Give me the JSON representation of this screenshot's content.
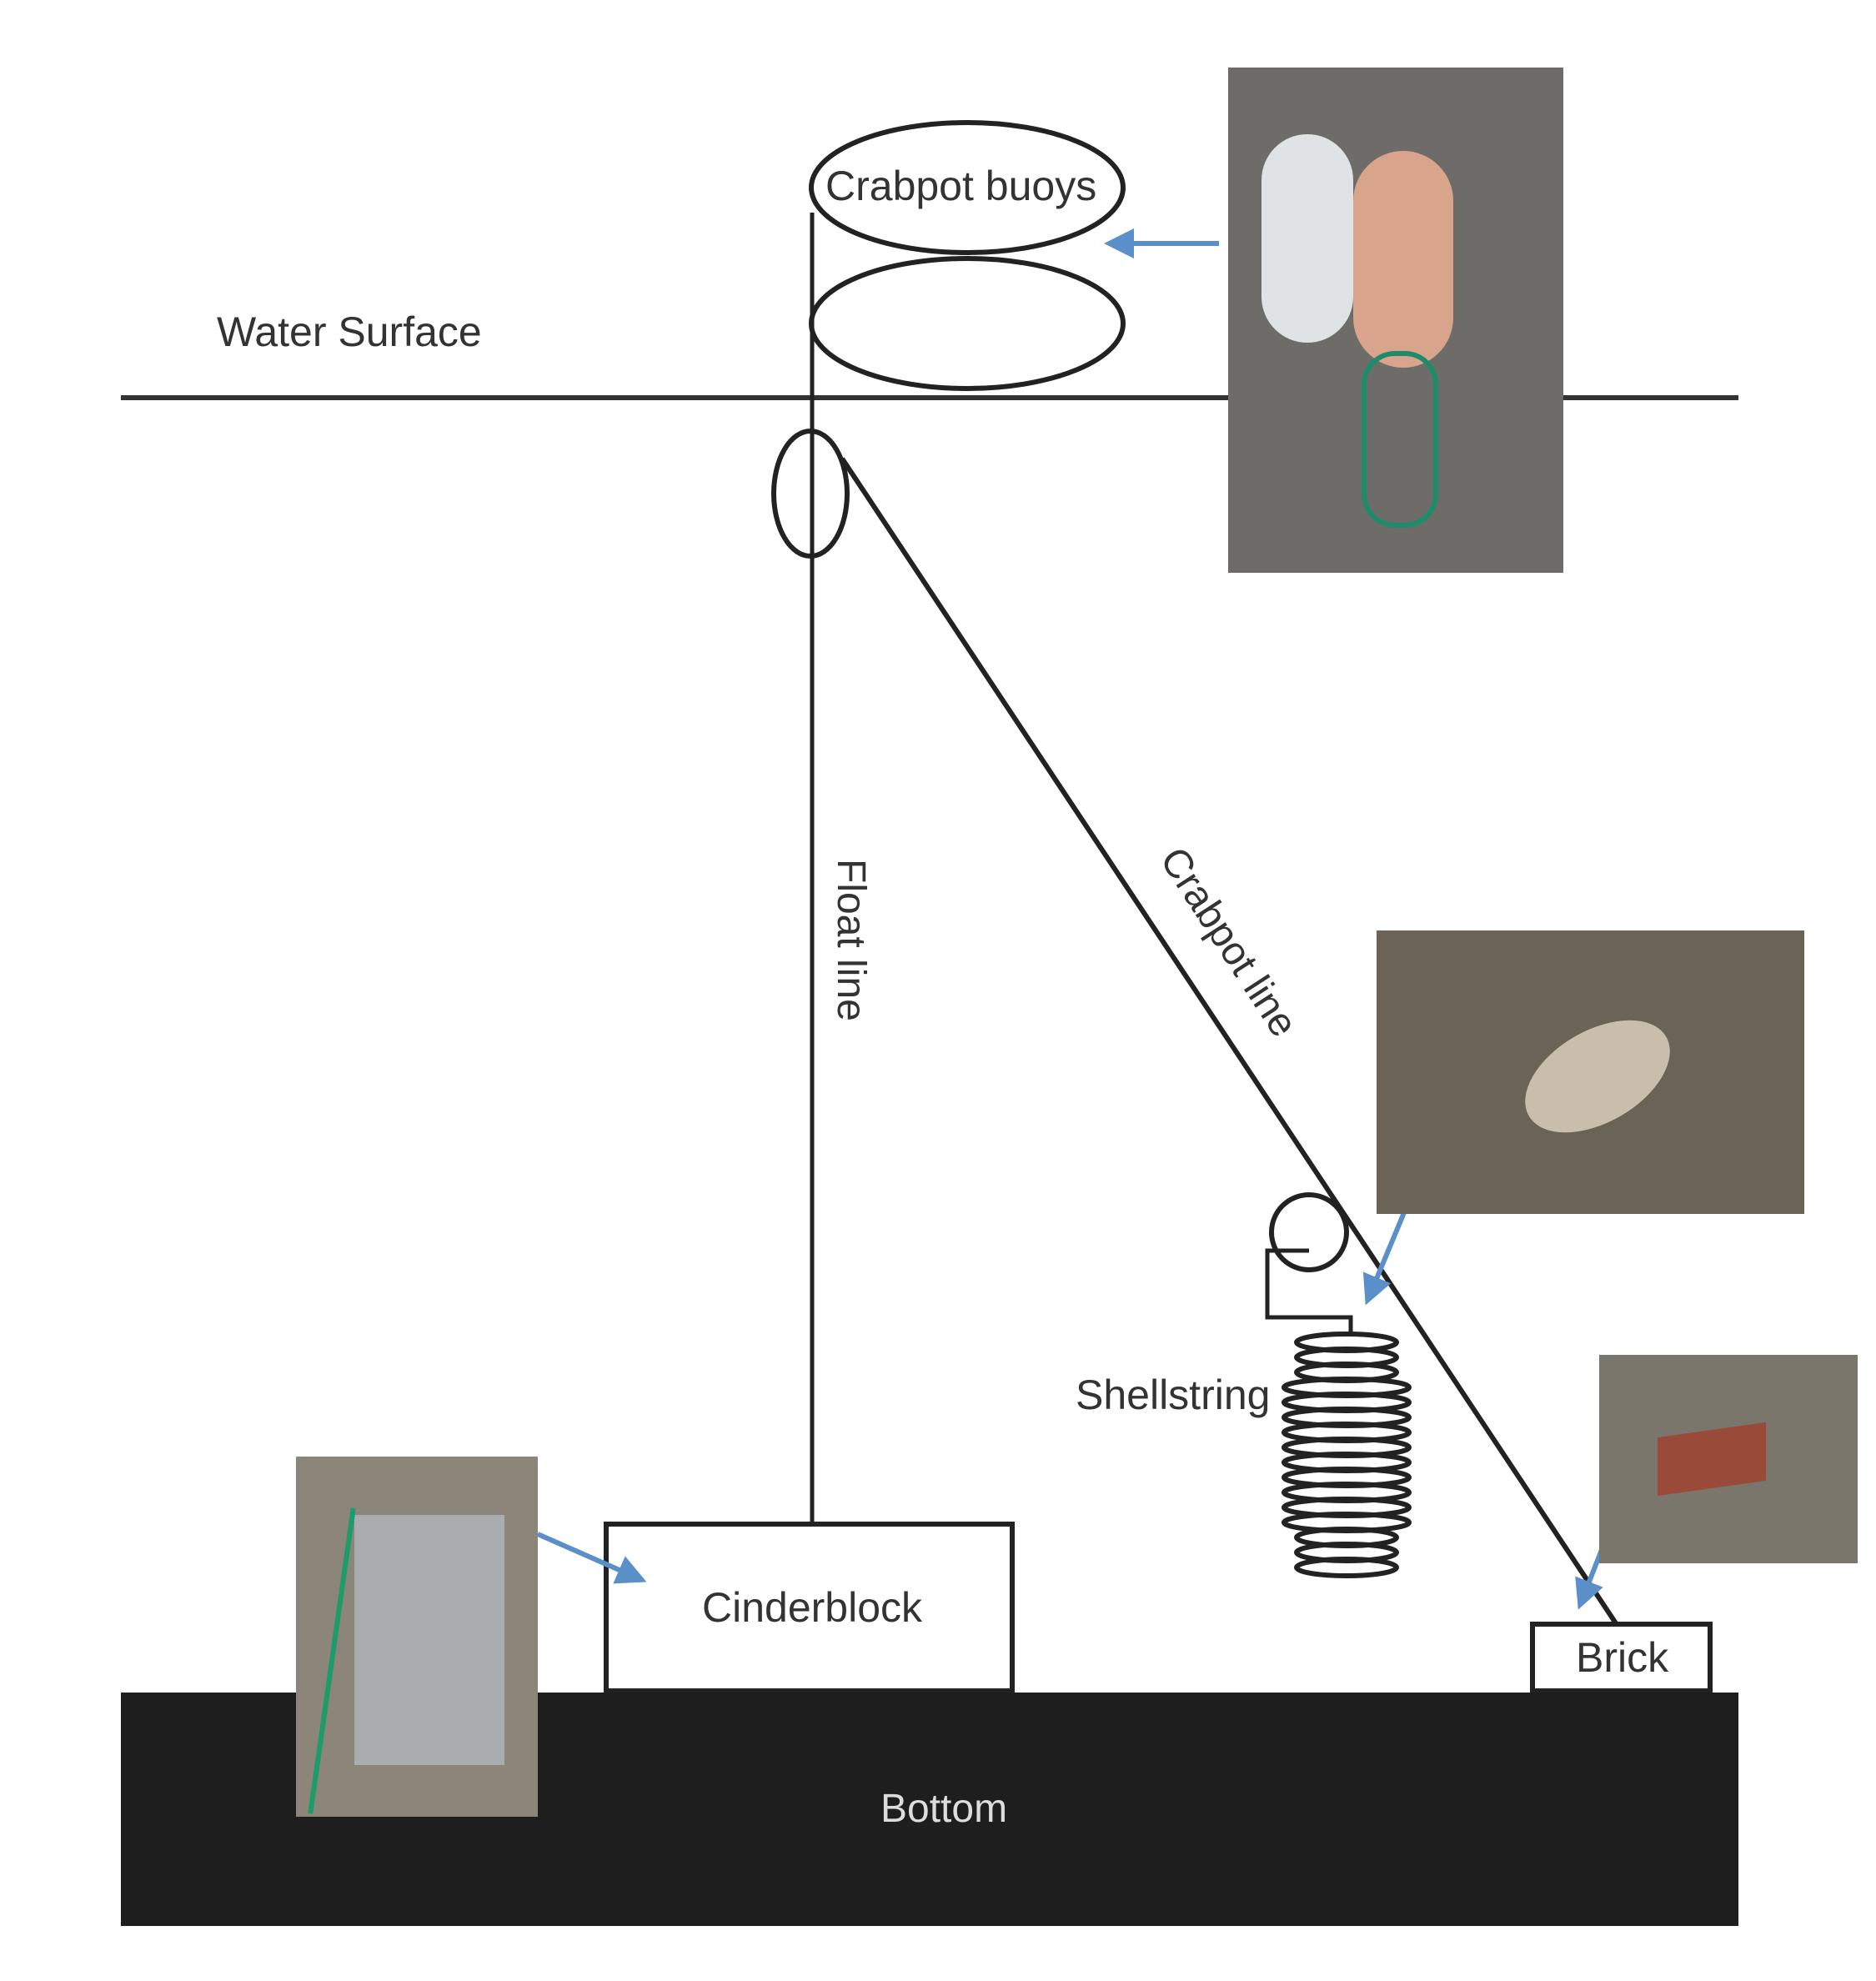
{
  "labels": {
    "water_surface": "Water Surface",
    "crabpot_buoys": "Crabpot buoys",
    "float_line": "Float line",
    "crabpot_line": "Crabpot line",
    "shellstring": "Shellstring",
    "cinderblock": "Cinderblock",
    "brick": "Brick",
    "bottom": "Bottom"
  },
  "photos": [
    {
      "name": "buoys-photo",
      "subject": "Crabpot buoys with rope"
    },
    {
      "name": "shellstring-photo",
      "subject": "Oyster shellstring"
    },
    {
      "name": "brick-photo",
      "subject": "Brick tied to line"
    },
    {
      "name": "cinderblock-photo",
      "subject": "Cinderblock tied with green rope"
    }
  ],
  "colors": {
    "line": "#222222",
    "arrow": "#5b8fc9",
    "bottom": "#1e1e1e",
    "bottom_text": "#dddddd"
  }
}
